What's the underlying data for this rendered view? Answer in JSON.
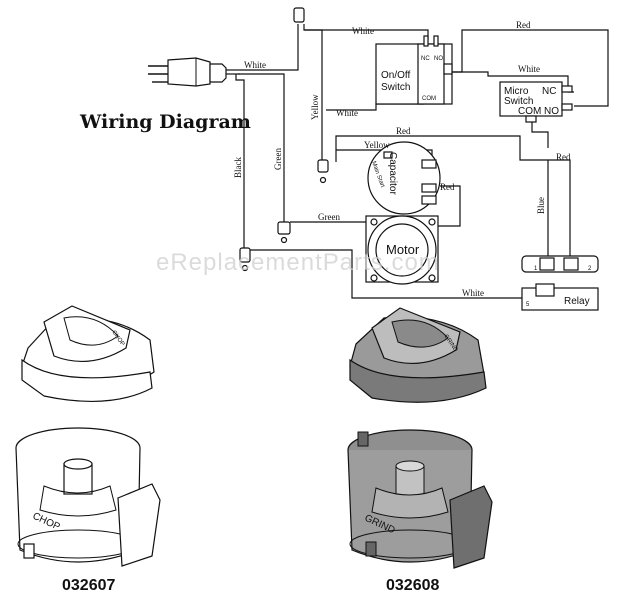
{
  "diagram": {
    "title": "Wiring Diagram",
    "watermark": "eReplacementParts.com",
    "wire_labels": {
      "white_top": "White",
      "white_plug": "White",
      "red_top": "Red",
      "white_micro": "White",
      "yellow_vertical": "Yellow",
      "white_mid": "White",
      "red_mid": "Red",
      "yellow_cap": "Yellow",
      "red_cap": "Red",
      "red_right": "Red",
      "black_vertical": "Black",
      "green_vertical": "Green",
      "green_horizontal": "Green",
      "blue_vertical": "Blue",
      "white_bottom": "White"
    },
    "components": {
      "on_off_switch_line1": "On/Off",
      "on_off_switch_line2": "Switch",
      "nc": "NC",
      "no": "NO",
      "com": "COM",
      "micro_switch_line1": "Micro",
      "micro_switch_line2": "Switch",
      "micro_nc": "NC",
      "micro_no": "NO",
      "micro_com": "COM",
      "capacitor": "Capacitor",
      "main_start": "Main Start",
      "motor": "Motor",
      "relay": "Relay",
      "relay_pin1": "1",
      "relay_pin2": "2",
      "relay_pin5": "5"
    }
  },
  "products": [
    {
      "part_number": "032607",
      "bowl_text": "CHOP",
      "lid_text": "CHOP"
    },
    {
      "part_number": "032608",
      "bowl_text": "GRIND",
      "lid_text": "GRIND"
    }
  ]
}
